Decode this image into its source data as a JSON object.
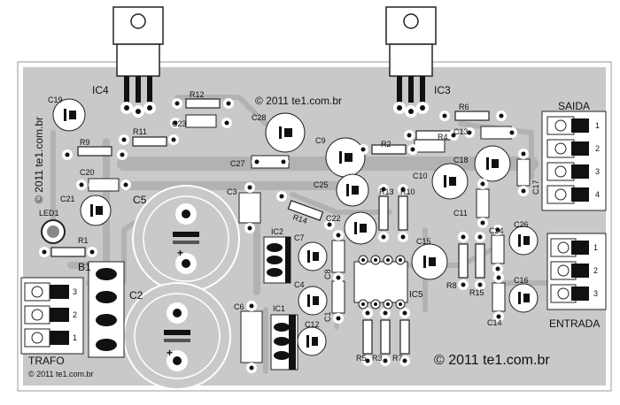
{
  "board": {
    "copyright_top": "© 2011 te1.com.br",
    "copyright_left": "© 2011 te1.com.br",
    "copyright_bottom_right": "© 2011 te1.com.br",
    "copyright_bottom_left": "© 2011 te1.com.br"
  },
  "connectors": {
    "saida": {
      "label": "SAIDA",
      "pins": [
        "1",
        "2",
        "3",
        "4"
      ]
    },
    "entrada": {
      "label": "ENTRADA",
      "pins": [
        "1",
        "2",
        "3"
      ]
    },
    "trafo": {
      "label": "TRAFO",
      "pins": [
        "3",
        "2",
        "1"
      ]
    }
  },
  "labels": {
    "ic4": "IC4",
    "ic3": "IC3",
    "ic2": "IC2",
    "ic1": "IC1",
    "ic5": "IC5",
    "c1": "C1",
    "c2": "C2",
    "c3": "C3",
    "c4": "C4",
    "c5": "C5",
    "c6": "C6",
    "c7": "C7",
    "c8": "C8",
    "c9": "C9",
    "c10": "C10",
    "c11": "C11",
    "c12": "C12",
    "c13": "C13",
    "c14": "C14",
    "c15": "C15",
    "c16": "C16",
    "c17": "C17",
    "c18": "C18",
    "c19": "C19",
    "c20": "C20",
    "c21": "C21",
    "c22": "C22",
    "c23": "C23",
    "c24": "C24",
    "c25": "C25",
    "c26": "C26",
    "c27": "C27",
    "c28": "C28",
    "r1": "R1",
    "r2": "R2",
    "r3": "R3",
    "r4": "R4",
    "r5": "R5",
    "r6": "R6",
    "r7": "R7",
    "r8": "R8",
    "r9": "R9",
    "r10": "R10",
    "r11": "R11",
    "r12": "R12",
    "r13": "R13",
    "r14": "R14",
    "r15": "R15",
    "led1": "LED1",
    "b1": "B1"
  }
}
